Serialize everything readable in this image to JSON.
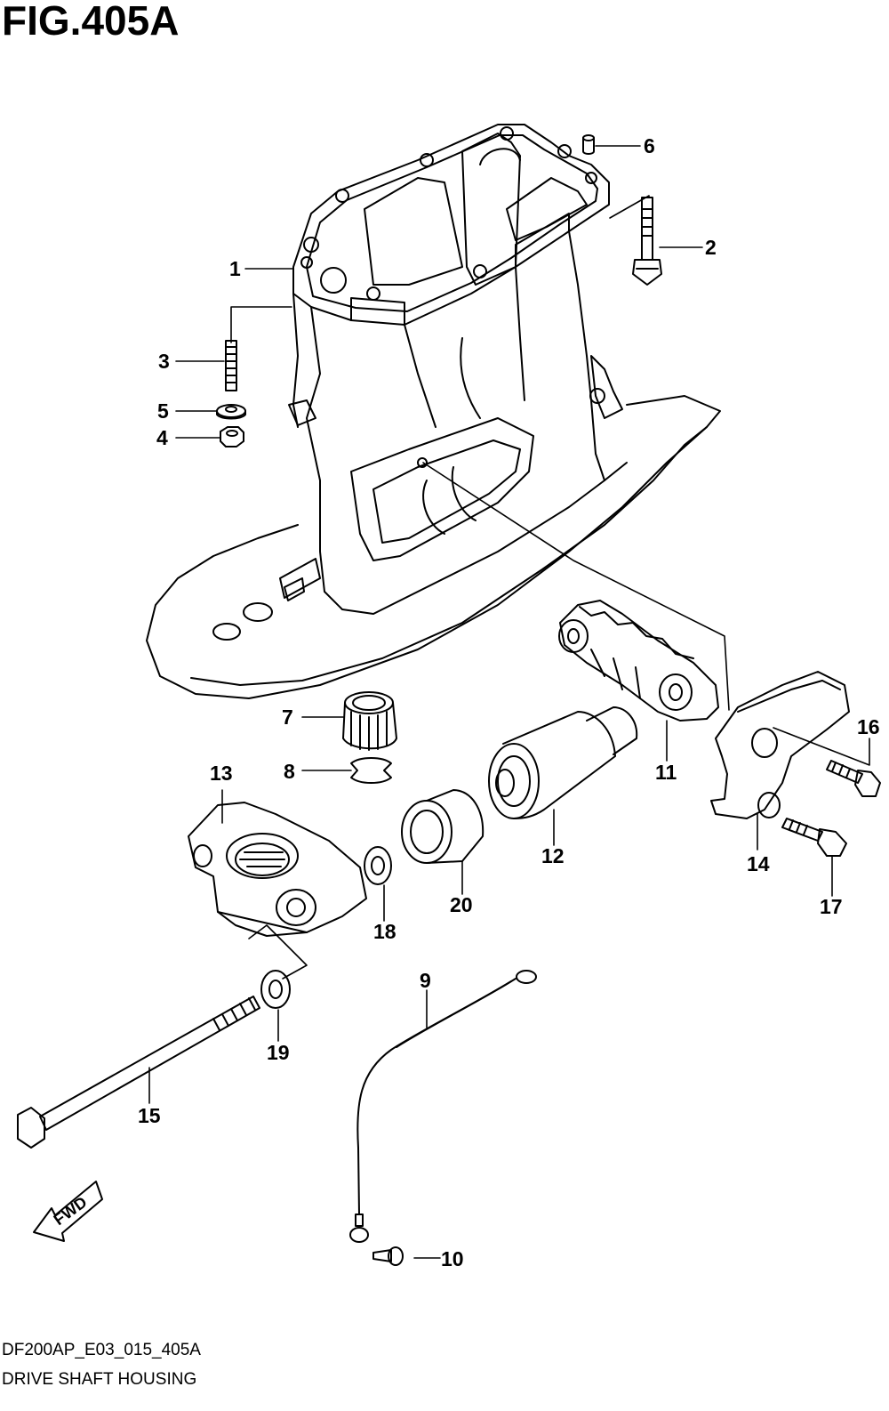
{
  "figure": {
    "title": "FIG.405A",
    "drawing_code": "DF200AP_E03_015_405A",
    "drawing_name": "DRIVE SHAFT HOUSING"
  },
  "callouts": [
    "1",
    "2",
    "3",
    "4",
    "5",
    "6",
    "7",
    "8",
    "9",
    "10",
    "11",
    "12",
    "13",
    "14",
    "15",
    "16",
    "17",
    "18",
    "19",
    "20"
  ],
  "direction_arrow": {
    "label": "FWD"
  },
  "colors": {
    "line": "#000000",
    "background": "#ffffff"
  }
}
